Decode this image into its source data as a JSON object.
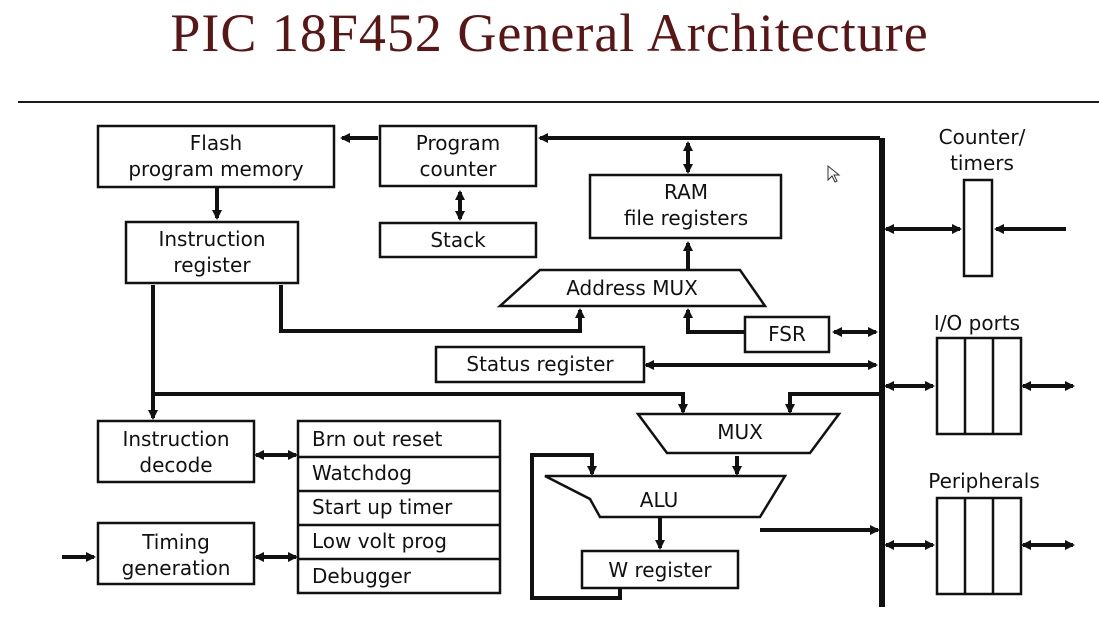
{
  "title": "PIC 18F452 General Architecture",
  "blocks": {
    "flash": [
      "Flash",
      "program memory"
    ],
    "pc": [
      "Program",
      "counter"
    ],
    "stack": "Stack",
    "ram": [
      "RAM",
      "file registers"
    ],
    "ir": [
      "Instruction",
      "register"
    ],
    "addr_mux": "Address MUX",
    "fsr": "FSR",
    "status": "Status register",
    "mux": "MUX",
    "alu": "ALU",
    "wreg": "W register",
    "idecode": [
      "Instruction",
      "decode"
    ],
    "timing": [
      "Timing",
      "generation"
    ],
    "control_list": [
      "Brn out reset",
      "Watchdog",
      "Start up timer",
      "Low volt prog",
      "Debugger"
    ],
    "counter": [
      "Counter/",
      "timers"
    ],
    "io": "I/O ports",
    "periph": "Peripherals"
  }
}
